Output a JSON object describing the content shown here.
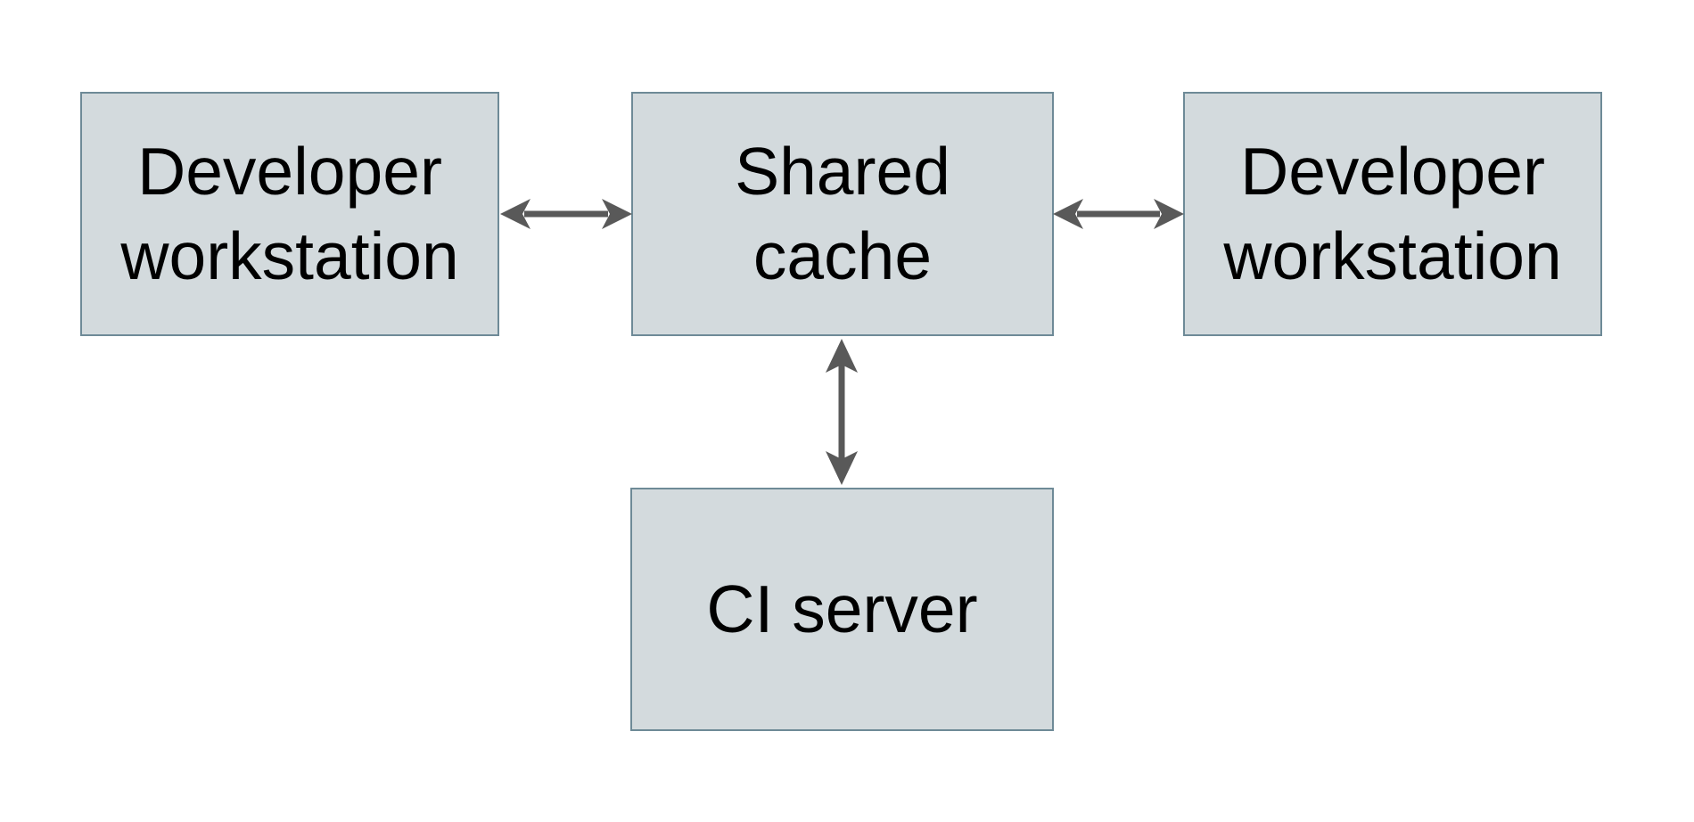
{
  "diagram": {
    "type": "architecture-diagram",
    "nodes": {
      "dev_left": {
        "id": "developer-workstation-left",
        "label": "Developer\nworkstation"
      },
      "shared": {
        "id": "shared-cache",
        "label": "Shared\ncache"
      },
      "dev_right": {
        "id": "developer-workstation-right",
        "label": "Developer\nworkstation"
      },
      "ci": {
        "id": "ci-server",
        "label": "CI server"
      }
    },
    "edges": [
      {
        "from": "developer-workstation-left",
        "to": "shared-cache",
        "direction": "bidirectional",
        "orientation": "horizontal"
      },
      {
        "from": "developer-workstation-right",
        "to": "shared-cache",
        "direction": "bidirectional",
        "orientation": "horizontal"
      },
      {
        "from": "ci-server",
        "to": "shared-cache",
        "direction": "bidirectional",
        "orientation": "vertical"
      }
    ]
  },
  "colors": {
    "background": "#ffffff",
    "node_fill": "#d3dadd",
    "node_border": "#6e8a97",
    "arrow_color": "#595959",
    "text_color": "#000000"
  }
}
